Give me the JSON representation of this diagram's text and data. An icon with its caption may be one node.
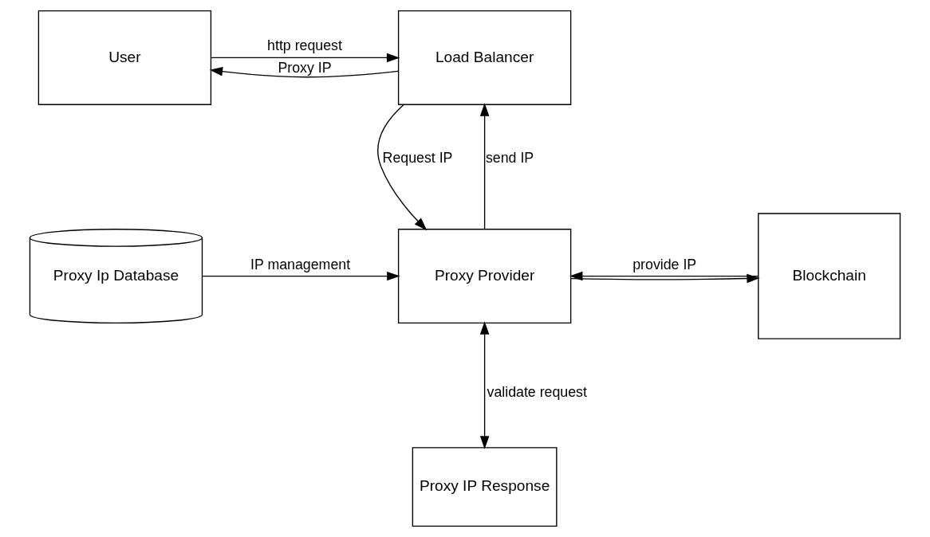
{
  "diagram": {
    "nodes": [
      {
        "text": [
          "User"
        ]
      },
      {
        "text": [
          "Load Balancer"
        ]
      },
      {
        "text": [
          "Proxy Ip Database"
        ]
      },
      {
        "text": [
          "Proxy Provider"
        ]
      },
      {
        "text": [
          "Blockchain"
        ]
      },
      {
        "text": [
          "Proxy IP Response"
        ]
      }
    ],
    "edges": [
      {
        "from": 0,
        "to": 1,
        "arrow": "to",
        "label": "http request"
      },
      {
        "from": 1,
        "to": 0,
        "arrow": "to",
        "label": "Proxy IP"
      },
      {
        "from": 1,
        "to": 3,
        "arrow": "to",
        "label": "Request IP"
      },
      {
        "from": 3,
        "to": 1,
        "arrow": "to",
        "label": "send IP"
      },
      {
        "from": 2,
        "to": 3,
        "arrow": "to",
        "label": "IP management"
      },
      {
        "from": 3,
        "to": 4,
        "arrow": "to"
      },
      {
        "from": 4,
        "to": 3,
        "arrow": "to",
        "label": "provide IP"
      },
      {
        "from": 3,
        "to": 5,
        "arrow": "both",
        "label": "validate request"
      }
    ]
  }
}
